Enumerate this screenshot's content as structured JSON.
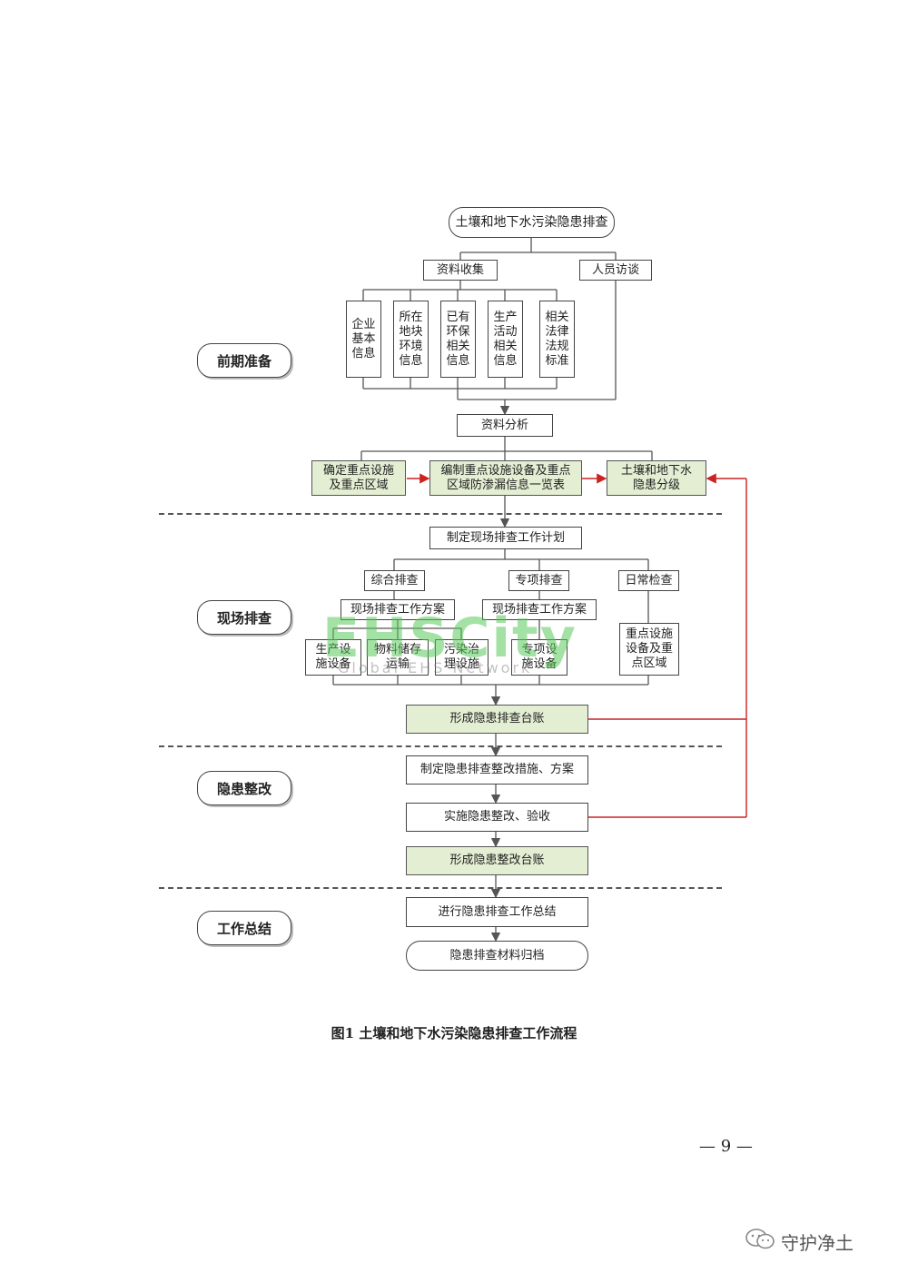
{
  "flow": {
    "start": "土壤和地下水污染隐患排查",
    "collect": "资料收集",
    "interview": "人员访谈",
    "info": [
      "企业\n基本\n信息",
      "所在\n地块\n环境\n信息",
      "已有\n环保\n相关\n信息",
      "生产\n活动\n相关\n信息",
      "相关\n法律\n法规\n标准"
    ],
    "analysis": "资料分析",
    "key_facility": "确定重点设施\n及重点区域",
    "leak_list": "编制重点设施设备及重点\n区域防渗漏信息一览表",
    "grading": "土壤和地下水\n隐患分级",
    "plan": "制定现场排查工作计划",
    "comprehensive": "综合排查",
    "special": "专项排查",
    "daily": "日常检查",
    "scheme1": "现场排查工作方案",
    "scheme2": "现场排查工作方案",
    "sub1": "生产设\n施设备",
    "sub2": "物料储存\n运输",
    "sub3": "污染治\n理设施",
    "sub4": "专项设\n施设备",
    "key_area": "重点设施\n设备及重\n点区域",
    "ledger": "形成隐患排查台账",
    "rectify_plan": "制定隐患排查整改措施、方案",
    "implement": "实施隐患整改、验收",
    "rectify_ledger": "形成隐患整改台账",
    "summary": "进行隐患排查工作总结",
    "archive": "隐患排查材料归档"
  },
  "phases": [
    "前期准备",
    "现场排查",
    "隐患整改",
    "工作总结"
  ],
  "caption": "图1 土壤和地下水污染隐患排查工作流程",
  "page_number": "— 9 —",
  "watermark": {
    "main": "EHSCity",
    "sub": "Global EHS Network"
  },
  "brand": {
    "name": "守护净土",
    "icon": "wechat-icon"
  },
  "colors": {
    "highlight": "#e3eed3",
    "feedback_line": "#cc2222",
    "line": "#555555"
  }
}
